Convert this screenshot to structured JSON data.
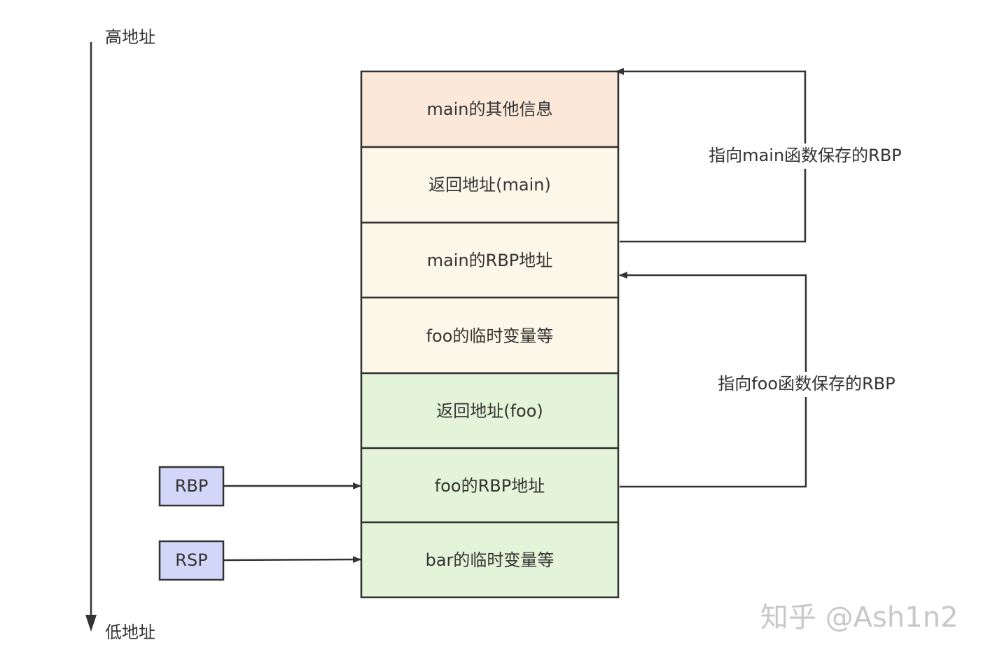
{
  "axis": {
    "top_label": "高地址",
    "bottom_label": "低地址"
  },
  "stack": {
    "cells": [
      {
        "label": "main的其他信息",
        "fill": "#fbe8d8"
      },
      {
        "label": "返回地址(main)",
        "fill": "#fcf8e9"
      },
      {
        "label": "main的RBP地址",
        "fill": "#fcf8e9"
      },
      {
        "label": "foo的临时变量等",
        "fill": "#fcf8e9"
      },
      {
        "label": "返回地址(foo)",
        "fill": "#e3f4d8"
      },
      {
        "label": "foo的RBP地址",
        "fill": "#e3f4d8"
      },
      {
        "label": "bar的临时变量等",
        "fill": "#e3f4d8"
      }
    ],
    "stroke": "#333333"
  },
  "registers": {
    "rbp": {
      "label": "RBP",
      "fill": "#d2d6f8"
    },
    "rsp": {
      "label": "RSP",
      "fill": "#d2d6f8"
    }
  },
  "links": {
    "main_rbp_label": "指向main函数保存的RBP",
    "foo_rbp_label": "指向foo函数保存的RBP"
  },
  "watermark": "知乎 @Ash1n2"
}
